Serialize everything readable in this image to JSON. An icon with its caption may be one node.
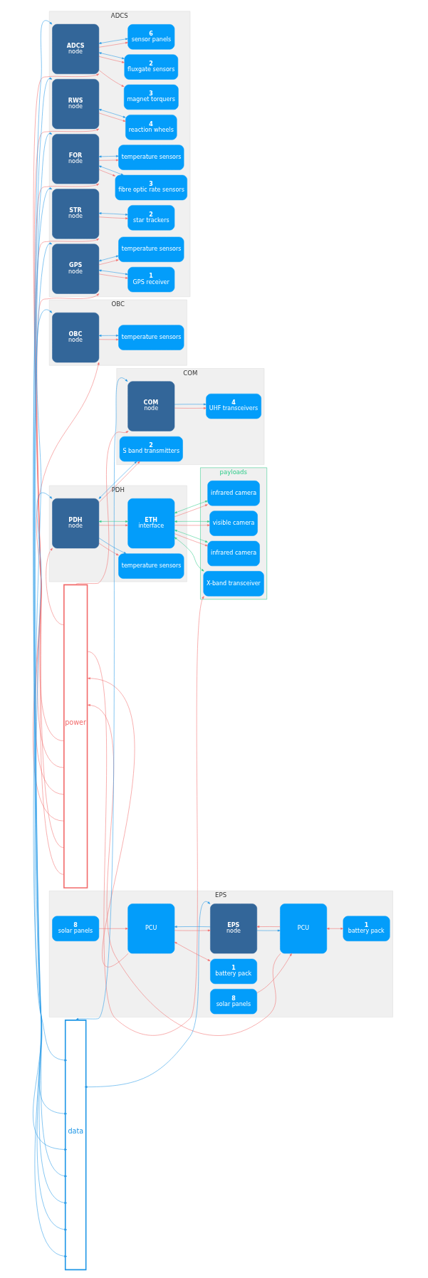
{
  "diagram": {
    "nodes": [
      {
        "text": [
          "COM"
        ]
      },
      {
        "text": [
          "COM",
          "node"
        ],
        "in": 0
      },
      {
        "text": [
          "4",
          "UHF transceivers"
        ],
        "in": 0
      },
      {
        "text": [
          "2",
          "S band transmitters"
        ],
        "in": 0
      },
      {
        "text": [
          "PDH"
        ]
      },
      {
        "text": [
          "PDH",
          "node"
        ],
        "in": 4
      },
      {
        "text": [
          "temperature sensors"
        ],
        "in": 4
      },
      {
        "text": [
          "ETH",
          "interface"
        ],
        "in": 4
      },
      {
        "text": [
          "payloads"
        ]
      },
      {
        "text": [
          "infrared camera"
        ],
        "in": 8
      },
      {
        "text": [
          "visible camera"
        ],
        "in": 8
      },
      {
        "text": [
          "infrared camera"
        ],
        "in": 8
      },
      {
        "text": [
          "X-band transceiver"
        ],
        "in": 8
      },
      {
        "text": [
          "EPS"
        ]
      },
      {
        "text": [
          "PCU"
        ],
        "in": 13
      },
      {
        "text": [
          "8",
          "solar panels"
        ],
        "in": 13
      },
      {
        "text": [
          "1",
          "battery pack"
        ],
        "in": 13
      },
      {
        "text": [
          "EPS",
          "node"
        ],
        "in": 13
      },
      {
        "text": [
          "PCU"
        ],
        "in": 13
      },
      {
        "text": [
          "8",
          "solar panels"
        ],
        "in": 13
      },
      {
        "text": [
          "1",
          "battery pack"
        ],
        "in": 13
      },
      {
        "text": [
          "power"
        ]
      },
      {
        "text": [
          "data"
        ]
      },
      {
        "text": [
          "OBC"
        ]
      },
      {
        "text": [
          "OBC",
          "node"
        ],
        "in": 23
      },
      {
        "text": [
          "temperature sensors"
        ],
        "in": 23
      },
      {
        "text": [
          "ADCS"
        ]
      },
      {
        "text": [
          "ADCS",
          "node"
        ],
        "in": 26
      },
      {
        "text": [
          "3",
          "magnet torquers"
        ],
        "in": 26
      },
      {
        "text": [
          "2",
          "fluxgate sensors"
        ],
        "in": 26
      },
      {
        "text": [
          "6",
          "sensor panels"
        ],
        "in": 26
      },
      {
        "text": [
          "RWS",
          "node"
        ],
        "in": 26
      },
      {
        "text": [
          "4",
          "reaction wheels"
        ],
        "in": 26
      },
      {
        "text": [
          "FOR",
          "node"
        ],
        "in": 26
      },
      {
        "text": [
          "3",
          "fibre optic rate sensors"
        ],
        "in": 26
      },
      {
        "text": [
          "temperature sensors"
        ],
        "in": 26
      },
      {
        "text": [
          "STR",
          "node"
        ],
        "in": 26
      },
      {
        "text": [
          "2",
          "star trackers"
        ],
        "in": 26
      },
      {
        "text": [
          "GPS",
          "node"
        ],
        "in": 26
      },
      {
        "text": [
          "1",
          "GPS receiver"
        ],
        "in": 26
      },
      {
        "text": [
          "temperature sensors"
        ],
        "in": 26
      }
    ],
    "edges": [
      {
        "from": 21,
        "to": 1,
        "arrow": "to"
      },
      {
        "from": 22,
        "to": 1,
        "arrow": "both",
        "color": "#1e96e6"
      },
      {
        "from": 1,
        "to": 2,
        "arrow": "to"
      },
      {
        "from": 1,
        "to": 2,
        "arrow": "to",
        "color": "#1e96e6"
      },
      {
        "from": 5,
        "to": 3,
        "arrow": "to"
      },
      {
        "from": 5,
        "to": 3,
        "arrow": "both",
        "color": "#1e96e6"
      },
      {
        "from": 21,
        "to": 5,
        "arrow": "to"
      },
      {
        "from": 22,
        "to": 5,
        "arrow": "both",
        "color": "#1e96e6"
      },
      {
        "from": 5,
        "to": 6,
        "arrow": "to"
      },
      {
        "from": 5,
        "to": 6,
        "arrow": "to",
        "color": "#1e96e6"
      },
      {
        "from": 5,
        "to": 7,
        "arrow": "to"
      },
      {
        "from": 5,
        "to": 7,
        "arrow": "both",
        "color": "#2ecc8a"
      },
      {
        "from": 7,
        "to": 9,
        "arrow": "to"
      },
      {
        "from": 7,
        "to": 10,
        "arrow": "to"
      },
      {
        "from": 7,
        "to": 11,
        "arrow": "to"
      },
      {
        "from": 7,
        "to": 9,
        "arrow": "both",
        "color": "#2ecc8a"
      },
      {
        "from": 7,
        "to": 10,
        "arrow": "both",
        "color": "#2ecc8a"
      },
      {
        "from": 7,
        "to": 11,
        "arrow": "both",
        "color": "#2ecc8a"
      },
      {
        "from": 7,
        "to": 12,
        "arrow": "both",
        "color": "#2ecc8a"
      },
      {
        "from": 21,
        "to": 12,
        "arrow": "to"
      },
      {
        "from": 15,
        "to": 14,
        "arrow": "to"
      },
      {
        "from": 14,
        "to": 16,
        "arrow": "both"
      },
      {
        "from": 14,
        "to": 21,
        "arrow": "to"
      },
      {
        "from": 14,
        "to": 17,
        "arrow": "to"
      },
      {
        "from": 17,
        "to": 14,
        "arrow": "to",
        "color": "#1e96e6"
      },
      {
        "from": 22,
        "to": 17,
        "arrow": "both",
        "color": "#1e96e6"
      },
      {
        "from": 18,
        "to": 17,
        "arrow": "to"
      },
      {
        "from": 17,
        "to": 18,
        "arrow": "to",
        "color": "#1e96e6"
      },
      {
        "from": 19,
        "to": 18,
        "arrow": "to"
      },
      {
        "from": 18,
        "to": 20,
        "arrow": "both"
      },
      {
        "from": 18,
        "to": 21,
        "arrow": "to"
      },
      {
        "from": 21,
        "to": 24,
        "arrow": "to"
      },
      {
        "from": 22,
        "to": 24,
        "arrow": "both",
        "color": "#1e96e6"
      },
      {
        "from": 24,
        "to": 25,
        "arrow": "to"
      },
      {
        "from": 24,
        "to": 25,
        "arrow": "both",
        "color": "#1e96e6"
      },
      {
        "from": 21,
        "to": 27,
        "arrow": "to"
      },
      {
        "from": 22,
        "to": 27,
        "arrow": "both",
        "color": "#1e96e6"
      },
      {
        "from": 27,
        "to": 28,
        "arrow": "to"
      },
      {
        "from": 27,
        "to": 29,
        "arrow": "to"
      },
      {
        "from": 27,
        "to": 30,
        "arrow": "to"
      },
      {
        "from": 27,
        "to": 29,
        "arrow": "both",
        "color": "#1e96e6"
      },
      {
        "from": 27,
        "to": 30,
        "arrow": "both",
        "color": "#1e96e6"
      },
      {
        "from": 21,
        "to": 31,
        "arrow": "to"
      },
      {
        "from": 22,
        "to": 31,
        "arrow": "both",
        "color": "#1e96e6"
      },
      {
        "from": 31,
        "to": 32,
        "arrow": "to"
      },
      {
        "from": 31,
        "to": 32,
        "arrow": "both",
        "color": "#1e96e6"
      },
      {
        "from": 21,
        "to": 33,
        "arrow": "to"
      },
      {
        "from": 22,
        "to": 33,
        "arrow": "both",
        "color": "#1e96e6"
      },
      {
        "from": 33,
        "to": 34,
        "arrow": "to"
      },
      {
        "from": 33,
        "to": 34,
        "arrow": "both",
        "color": "#1e96e6"
      },
      {
        "from": 33,
        "to": 35,
        "arrow": "to"
      },
      {
        "from": 33,
        "to": 35,
        "arrow": "both",
        "color": "#1e96e6"
      },
      {
        "from": 21,
        "to": 36,
        "arrow": "to"
      },
      {
        "from": 22,
        "to": 36,
        "arrow": "both",
        "color": "#1e96e6"
      },
      {
        "from": 36,
        "to": 37,
        "arrow": "to"
      },
      {
        "from": 36,
        "to": 37,
        "arrow": "both",
        "color": "#1e96e6"
      },
      {
        "from": 21,
        "to": 38,
        "arrow": "to"
      },
      {
        "from": 22,
        "to": 38,
        "arrow": "both",
        "color": "#1e96e6"
      },
      {
        "from": 38,
        "to": 39,
        "arrow": "to"
      },
      {
        "from": 38,
        "to": 39,
        "arrow": "both",
        "color": "#1e96e6"
      },
      {
        "from": 38,
        "to": 40,
        "arrow": "to"
      },
      {
        "from": 38,
        "to": 40,
        "arrow": "both",
        "color": "#1e96e6"
      }
    ]
  }
}
